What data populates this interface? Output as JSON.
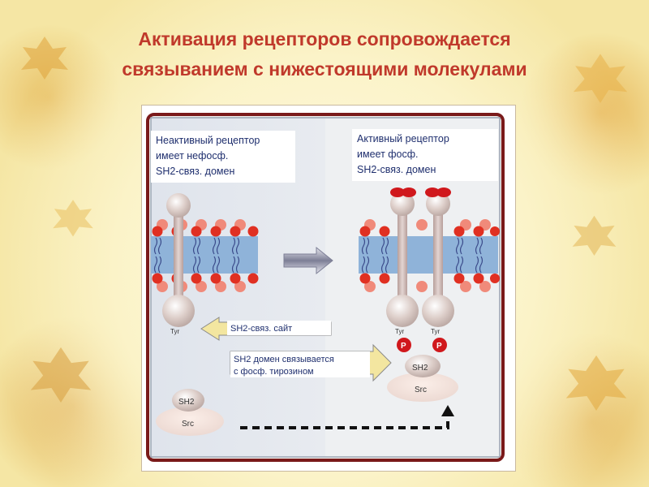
{
  "slide": {
    "title_line1": "Активация рецепторов сопровождается",
    "title_line2": "связыванием с нижестоящими молекулами"
  },
  "diagram": {
    "inactive": {
      "line1": "Неактивный рецептор",
      "line2": "имеет нефосф.",
      "line3": "SH2-связ. домен"
    },
    "active": {
      "line1": "Активный рецептор",
      "line2": "имеет фосф.",
      "line3": "SH2-связ. домен"
    },
    "tyr_label": "Tyr",
    "p_label": "P",
    "sh2_label": "SH2",
    "src_label": "Src",
    "sh2_site_label": "SH2-связ. сайт",
    "binding_line1": "SH2 домен связывается",
    "binding_line2": "с фосф. тирозином"
  },
  "colors": {
    "title": "#c0392b",
    "frame": "#7a1a1a",
    "membrane": "#8fb3d9",
    "lipid_head": "#e8412e",
    "receptor": "#d8c8c4",
    "phosphate": "#d0181c",
    "arrow_fill": "#f3e6a0"
  }
}
